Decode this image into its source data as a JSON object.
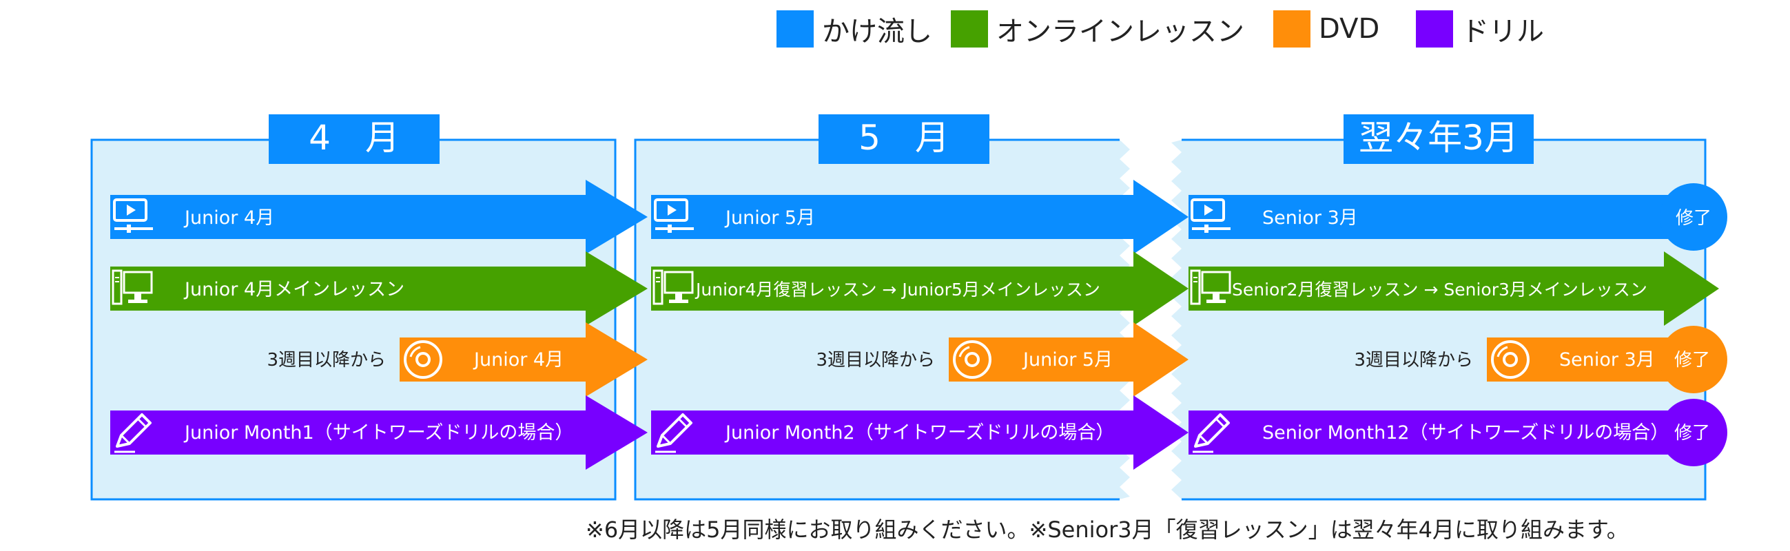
{
  "legend": [
    {
      "label": "かけ流し",
      "color": "#0A8DFF"
    },
    {
      "label": "オンラインレッスン",
      "color": "#46A100"
    },
    {
      "label": "DVD",
      "color": "#FF8E0A"
    },
    {
      "label": "ドリル",
      "color": "#7800FF"
    }
  ],
  "panels": [
    {
      "title": "4　月",
      "rows": {
        "kakenagashi": {
          "label": "Junior 4月"
        },
        "online": {
          "label": "Junior 4月メインレッスン"
        },
        "dvd": {
          "prefix": "3週目以降から",
          "label": "Junior 4月"
        },
        "drill": {
          "label": "Junior Month1（サイトワーズドリルの場合）"
        }
      }
    },
    {
      "title": "5　月",
      "rows": {
        "kakenagashi": {
          "label": "Junior 5月"
        },
        "online": {
          "label": "Junior4月復習レッスン → Junior5月メインレッスン"
        },
        "dvd": {
          "prefix": "3週目以降から",
          "label": "Junior 5月"
        },
        "drill": {
          "label": "Junior Month2（サイトワーズドリルの場合）"
        }
      }
    },
    {
      "title": "翌々年3月",
      "rows": {
        "kakenagashi": {
          "label": "Senior 3月",
          "end": "修了"
        },
        "online": {
          "label": "Senior2月復習レッスン → Senior3月メインレッスン"
        },
        "dvd": {
          "prefix": "3週目以降から",
          "label": "Senior 3月",
          "end": "修了"
        },
        "drill": {
          "label": "Senior Month12（サイトワーズドリルの場合）",
          "end": "修了"
        }
      }
    }
  ],
  "footnote": "※6月以降は5月同様にお取り組みください。※Senior3月「復習レッスン」は翌々年4月に取り組みます。",
  "icons": {
    "kakenagashi": "video-player-icon",
    "online": "desktop-computer-icon",
    "dvd": "disc-icon",
    "drill": "pencil-icon"
  },
  "colors": {
    "panel_bg": "#D9F0FB",
    "panel_border": "#0A8DFF",
    "title_bg": "#0A8DFF"
  }
}
